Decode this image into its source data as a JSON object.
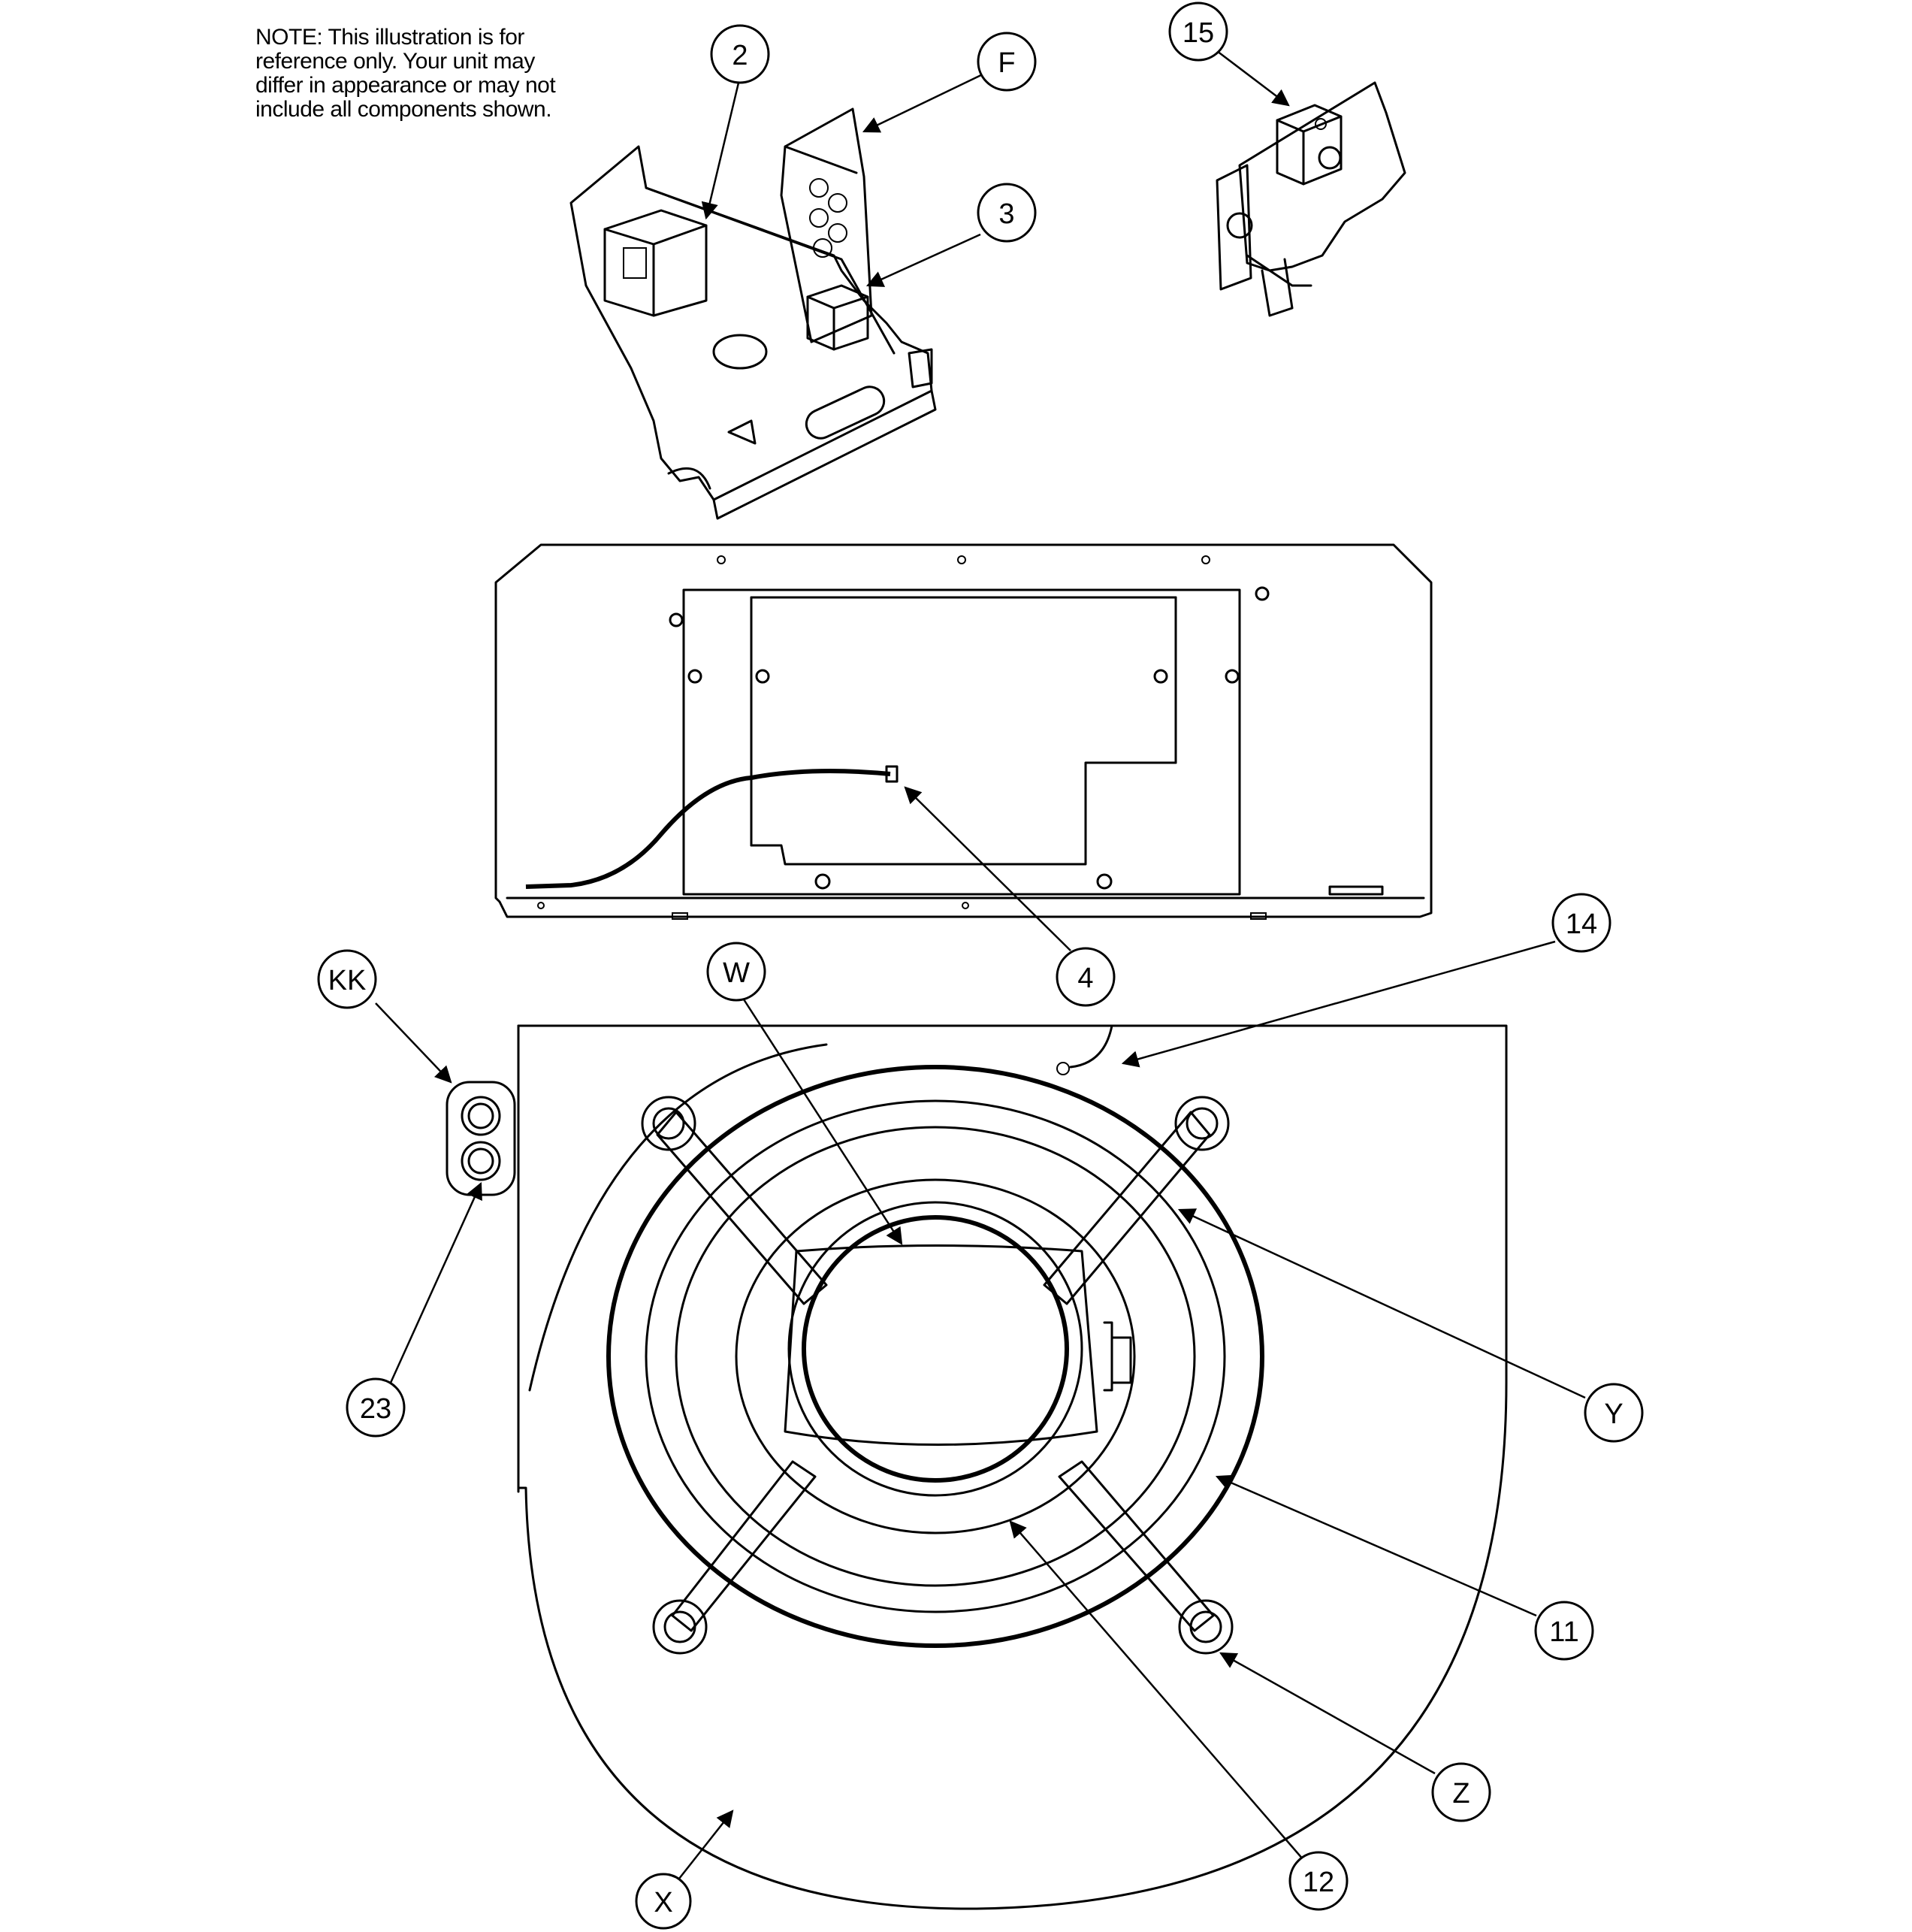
{
  "note": {
    "lines": [
      "NOTE: This illustration is for",
      "reference only. Your unit may",
      "differ in appearance or may not",
      "include all components shown."
    ]
  },
  "callouts": {
    "c2": "2",
    "cF": "F",
    "c15": "15",
    "c3": "3",
    "c4": "4",
    "c14": "14",
    "cKK": "KK",
    "cW": "W",
    "cY": "Y",
    "c23": "23",
    "c11": "11",
    "cZ": "Z",
    "cX": "X",
    "c12": "12"
  }
}
